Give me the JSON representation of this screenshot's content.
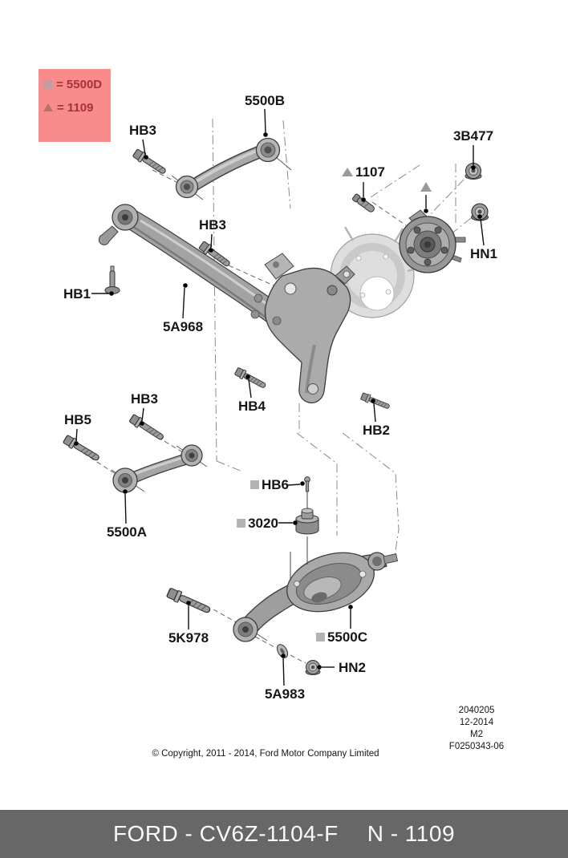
{
  "legend": {
    "items": [
      {
        "symbol": "square-marker",
        "label": "= 5500D"
      },
      {
        "symbol": "triangle-marker",
        "label": "= 1109"
      }
    ]
  },
  "labels": {
    "l5500b": "5500B",
    "hb3a": "HB3",
    "b3477": "3B477",
    "n1107": "1107",
    "hn1": "HN1",
    "hb3b": "HB3",
    "hb1": "HB1",
    "a5968": "5A968",
    "hb4": "HB4",
    "hb2": "HB2",
    "hb5": "HB5",
    "hb3c": "HB3",
    "a5500": "5500A",
    "hb6": "HB6",
    "b3020": "3020",
    "k5978": "5K978",
    "c5500": "5500C",
    "hn2": "HN2",
    "a5983": "5A983"
  },
  "revision": {
    "lines": [
      "2040205",
      "12-2014",
      "M2",
      "F0250343-06"
    ]
  },
  "copyright": "© Copyright, 2011 - 2014, Ford Motor Company Limited",
  "footer": {
    "part_code": "FORD - CV6Z-1104-F",
    "catalog_note": "N - 1109"
  },
  "colors": {
    "legend_bg": "#f88c8c",
    "legend_text": "#a93232",
    "marker_gray": "#b3b3b3",
    "triangle_gray": "#9a9a9a",
    "footer_bg": "#676767",
    "footer_text": "#fafafa"
  }
}
